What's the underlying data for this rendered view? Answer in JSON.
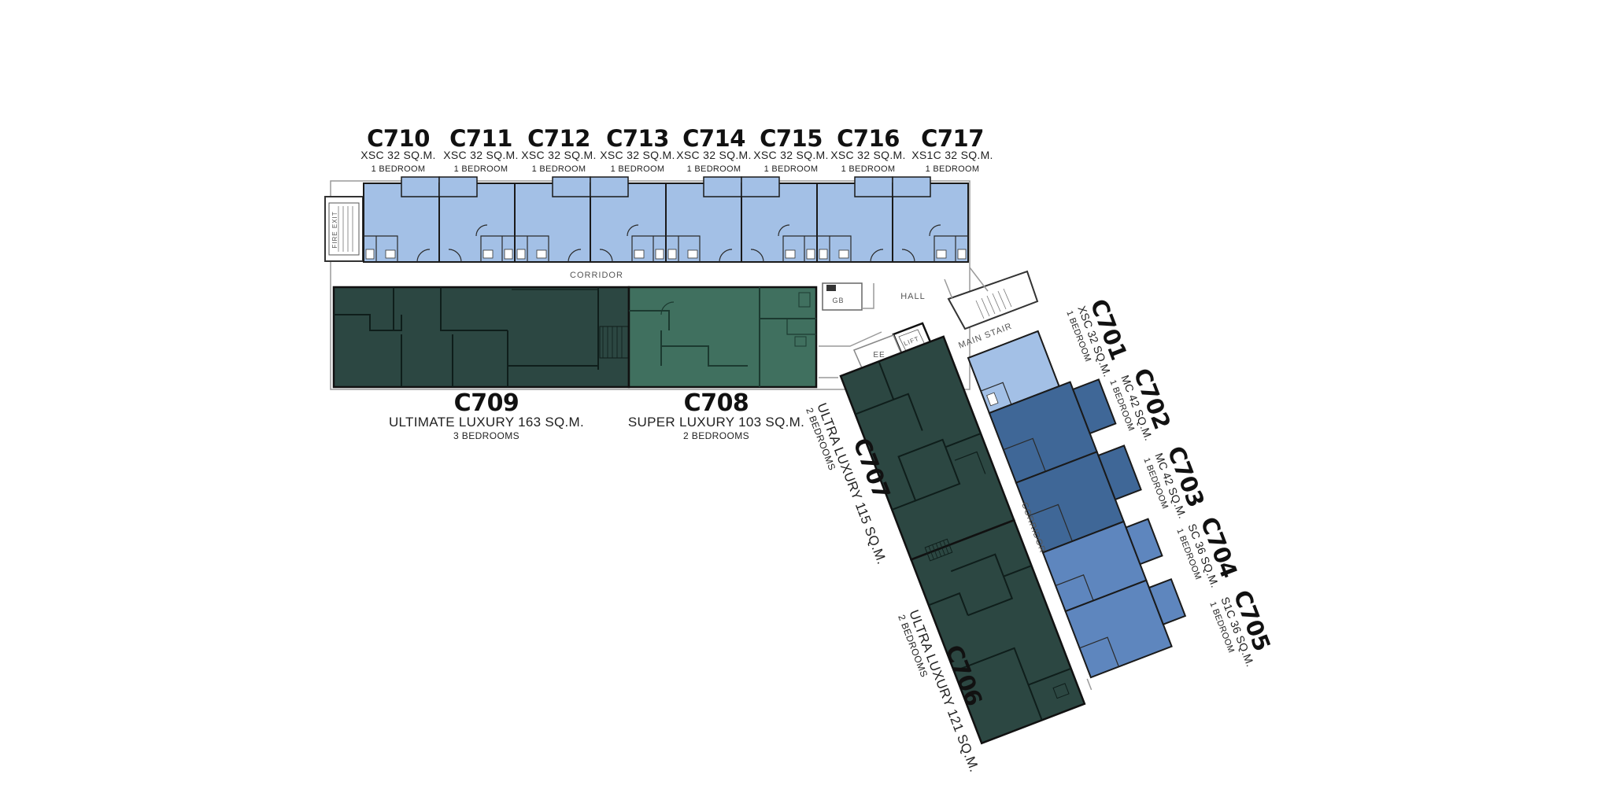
{
  "corridor_label": "CORRIDOR",
  "hall_label": "HALL",
  "gb_label": "GB",
  "ee_label": "EE",
  "lift_label": "LIFT",
  "main_stair_label": "MAIN STAIR",
  "fire_exit_label": "FIRE EXIT",
  "colors": {
    "light_unit": "#a3c0e6",
    "mid_unit": "#5e86be",
    "dark_blue_unit": "#3f6797",
    "dark_green_unit": "#2c4742",
    "teal_unit": "#40705f"
  },
  "units_top": [
    {
      "code": "C710",
      "type": "XSC 32 SQ.M.",
      "beds": "1 BEDROOM"
    },
    {
      "code": "C711",
      "type": "XSC 32 SQ.M.",
      "beds": "1 BEDROOM"
    },
    {
      "code": "C712",
      "type": "XSC 32 SQ.M.",
      "beds": "1 BEDROOM"
    },
    {
      "code": "C713",
      "type": "XSC 32 SQ.M.",
      "beds": "1 BEDROOM"
    },
    {
      "code": "C714",
      "type": "XSC 32 SQ.M.",
      "beds": "1 BEDROOM"
    },
    {
      "code": "C715",
      "type": "XSC 32 SQ.M.",
      "beds": "1 BEDROOM"
    },
    {
      "code": "C716",
      "type": "XSC 32 SQ.M.",
      "beds": "1 BEDROOM"
    },
    {
      "code": "C717",
      "type": "XS1C 32 SQ.M.",
      "beds": "1 BEDROOM"
    }
  ],
  "units_large": [
    {
      "code": "C709",
      "type": "ULTIMATE LUXURY  163 SQ.M.",
      "beds": "3 BEDROOMS"
    },
    {
      "code": "C708",
      "type": "SUPER LUXURY  103 SQ.M.",
      "beds": "2 BEDROOMS"
    }
  ],
  "units_wing_left": [
    {
      "code": "C707",
      "type": "ULTRA LUXURY  115 SQ.M.",
      "beds": "2 BEDROOMS"
    },
    {
      "code": "C706",
      "type": "ULTRA LUXURY  121 SQ.M.",
      "beds": "2 BEDROOMS"
    }
  ],
  "units_wing_right": [
    {
      "code": "C701",
      "type": "XSC 32 SQ.M.",
      "beds": "1 BEDROOM"
    },
    {
      "code": "C702",
      "type": "MC 42 SQ.M.",
      "beds": "1 BEDROOM"
    },
    {
      "code": "C703",
      "type": "MC 42 SQ.M.",
      "beds": "1 BEDROOM"
    },
    {
      "code": "C704",
      "type": "SC 36 SQ.M.",
      "beds": "1 BEDROOM"
    },
    {
      "code": "C705",
      "type": "S1C 36 SQ.M.",
      "beds": "1 BEDROOM"
    }
  ]
}
